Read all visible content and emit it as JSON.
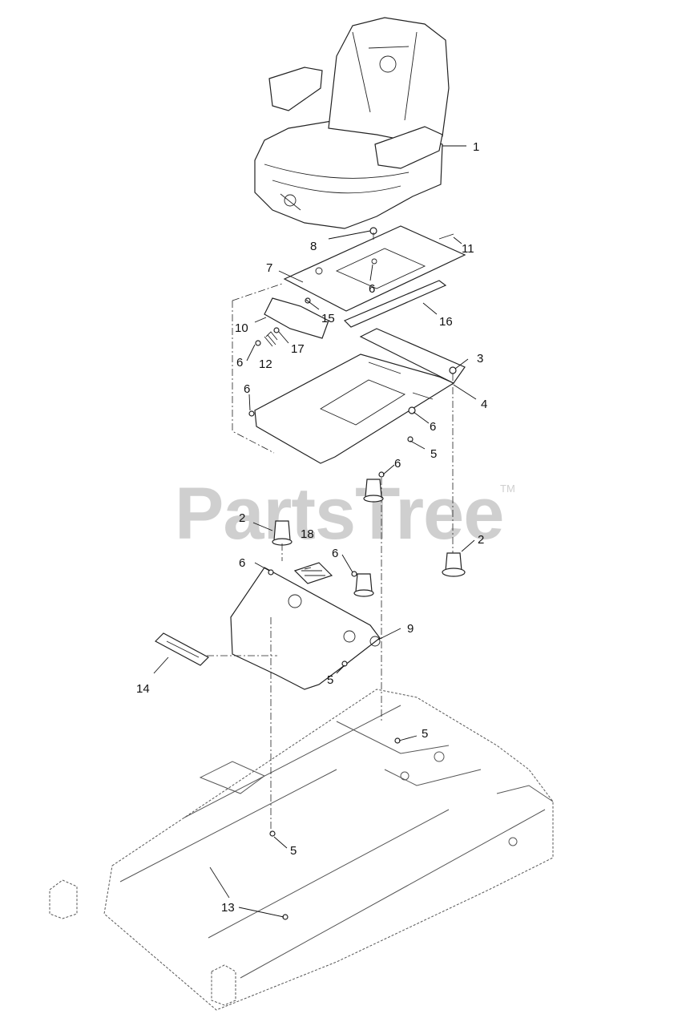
{
  "watermark": {
    "text": "PartsTree",
    "trademark": "TM"
  },
  "callouts": [
    {
      "id": "c1",
      "label": "1"
    },
    {
      "id": "c8",
      "label": "8"
    },
    {
      "id": "c11",
      "label": "11"
    },
    {
      "id": "c7",
      "label": "7"
    },
    {
      "id": "c6a",
      "label": "6"
    },
    {
      "id": "c15",
      "label": "15"
    },
    {
      "id": "c16",
      "label": "16"
    },
    {
      "id": "c10",
      "label": "10"
    },
    {
      "id": "c17",
      "label": "17"
    },
    {
      "id": "c6b",
      "label": "6"
    },
    {
      "id": "c12",
      "label": "12"
    },
    {
      "id": "c3",
      "label": "3"
    },
    {
      "id": "c4",
      "label": "4"
    },
    {
      "id": "c6c",
      "label": "6"
    },
    {
      "id": "c6d",
      "label": "6"
    },
    {
      "id": "c5a",
      "label": "5"
    },
    {
      "id": "c6e",
      "label": "6"
    },
    {
      "id": "c2a",
      "label": "2"
    },
    {
      "id": "c18",
      "label": "18"
    },
    {
      "id": "c2b",
      "label": "2"
    },
    {
      "id": "c6f",
      "label": "6"
    },
    {
      "id": "c6g",
      "label": "6"
    },
    {
      "id": "c9",
      "label": "9"
    },
    {
      "id": "c14",
      "label": "14"
    },
    {
      "id": "c5b",
      "label": "5"
    },
    {
      "id": "c5c",
      "label": "5"
    },
    {
      "id": "c5d",
      "label": "5"
    },
    {
      "id": "c13",
      "label": "13"
    }
  ]
}
